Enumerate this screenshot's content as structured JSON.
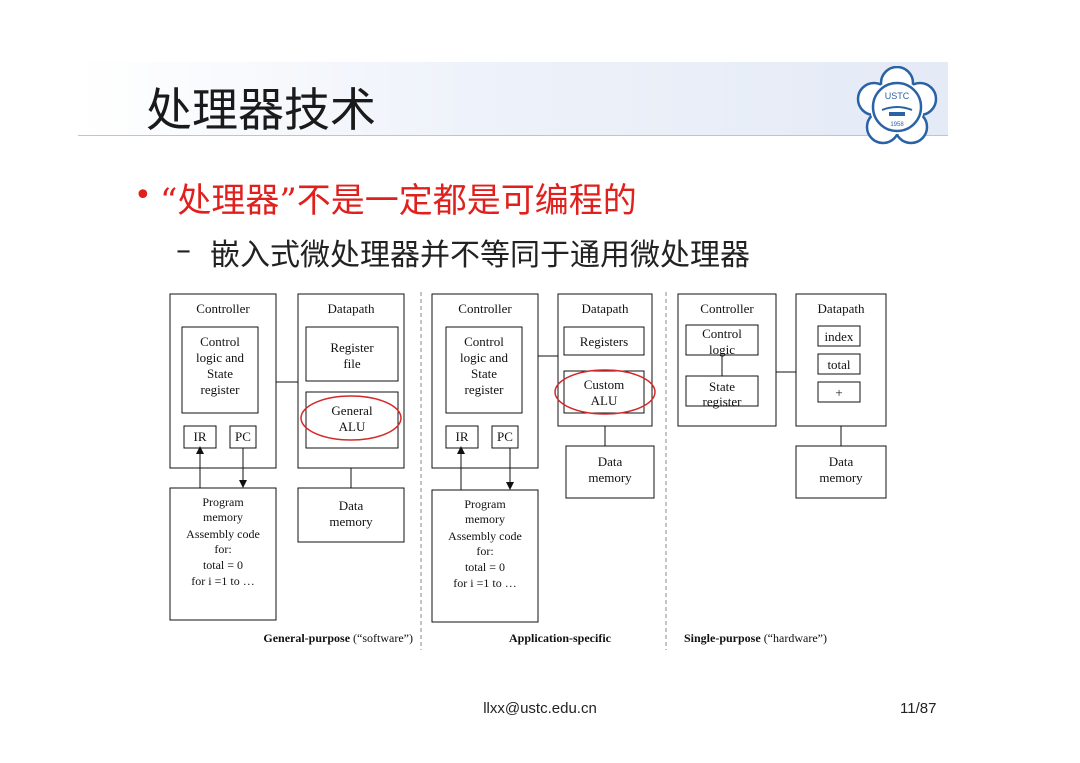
{
  "slide": {
    "title": "处理器技术",
    "bullet": "“处理器”不是一定都是可编程的",
    "sub_bullet": "嵌入式微处理器并不等同于通用微处理器",
    "email": "llxx@ustc.edu.cn",
    "page": "11/87",
    "logo_text": "USTC",
    "logo_year": "1958",
    "accent_color": "#e0201c"
  },
  "diagram": {
    "gp": {
      "controller": "Controller",
      "datapath": "Datapath",
      "control_logic": [
        "Control",
        "logic and",
        "State",
        "register"
      ],
      "ir": "IR",
      "pc": "PC",
      "register_file": [
        "Register",
        "file"
      ],
      "general_alu": [
        "General",
        "ALU"
      ],
      "program_memory": [
        "Program",
        "memory",
        "Assembly code",
        "for:",
        "total = 0",
        "for i =1 to …"
      ],
      "data_memory": [
        "Data",
        "memory"
      ],
      "caption_bold": "General-purpose",
      "caption_rest": " (“software”)"
    },
    "as": {
      "controller": "Controller",
      "datapath": "Datapath",
      "control_logic": [
        "Control",
        "logic and",
        "State",
        "register"
      ],
      "ir": "IR",
      "pc": "PC",
      "registers": "Registers",
      "custom_alu": [
        "Custom",
        "ALU"
      ],
      "program_memory": [
        "Program",
        "memory",
        "Assembly code",
        "for:",
        "total = 0",
        "for i =1 to …"
      ],
      "data_memory": [
        "Data",
        "memory"
      ],
      "caption_bold": "Application-specific"
    },
    "sp": {
      "controller": "Controller",
      "datapath": "Datapath",
      "control_logic": [
        "Control",
        "logic"
      ],
      "state_register": [
        "State",
        "register"
      ],
      "index": "index",
      "total": "total",
      "plus": "+",
      "data_memory": [
        "Data",
        "memory"
      ],
      "caption_bold": "Single-purpose",
      "caption_rest": " (“hardware”)"
    }
  }
}
